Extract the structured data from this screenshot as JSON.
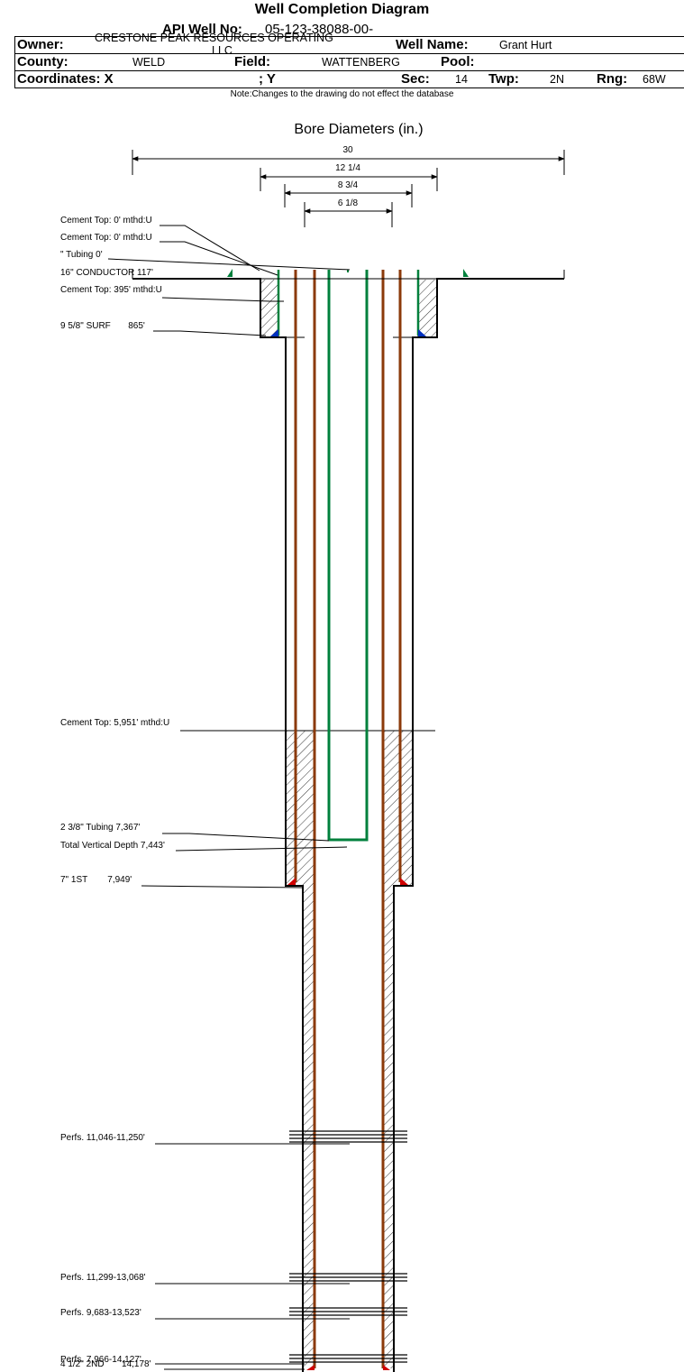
{
  "title": "Well Completion Diagram",
  "header": {
    "api_label": "API Well No:",
    "api_value": "05-123-38088-00-",
    "owner_label": "Owner:",
    "owner_value": "CRESTONE PEAK RESOURCES OPERATING",
    "owner_value2": "LLC",
    "well_name_label": "Well Name:",
    "well_name_value": "Grant Hurt",
    "county_label": "County:",
    "county_value": "WELD",
    "field_label": "Field:",
    "field_value": "WATTENBERG",
    "pool_label": "Pool:",
    "pool_value": "",
    "coord_x_label": "Coordinates: X",
    "coord_y_label": "; Y",
    "sec_label": "Sec:",
    "sec_value": "14",
    "twp_label": "Twp:",
    "twp_value": "2N",
    "rng_label": "Rng:",
    "rng_value": "68W"
  },
  "note": "Note:Changes to the drawing do not effect the database",
  "bore": {
    "title": "Bore Diameters (in.)",
    "diameters": [
      "30",
      "12 1/4",
      "8 3/4",
      "6 1/8"
    ]
  },
  "annotations": [
    "Cement Top: 0' mthd:U",
    "Cement Top: 0' mthd:U",
    "\" Tubing 0'",
    "16\" CONDUCTOR  117'",
    "Cement Top: 395' mthd:U",
    "9 5/8\" SURF       865'",
    "Cement Top: 5,951' mthd:U",
    "2 3/8\" Tubing 7,367'",
    "Total Vertical Depth 7,443'",
    "7\" 1ST        7,949'",
    "Perfs. 11,046-11,250'",
    "Perfs. 11,299-13,068'",
    "Perfs. 9,683-13,523'",
    "Perfs. 7,966-14,127'",
    "4 1/2\" 2ND       14,178'"
  ],
  "colors": {
    "tubing": "#00803c",
    "casing": "#8b3a0a",
    "shoe_surface": "#0030c0",
    "shoe_production": "#d00000"
  }
}
